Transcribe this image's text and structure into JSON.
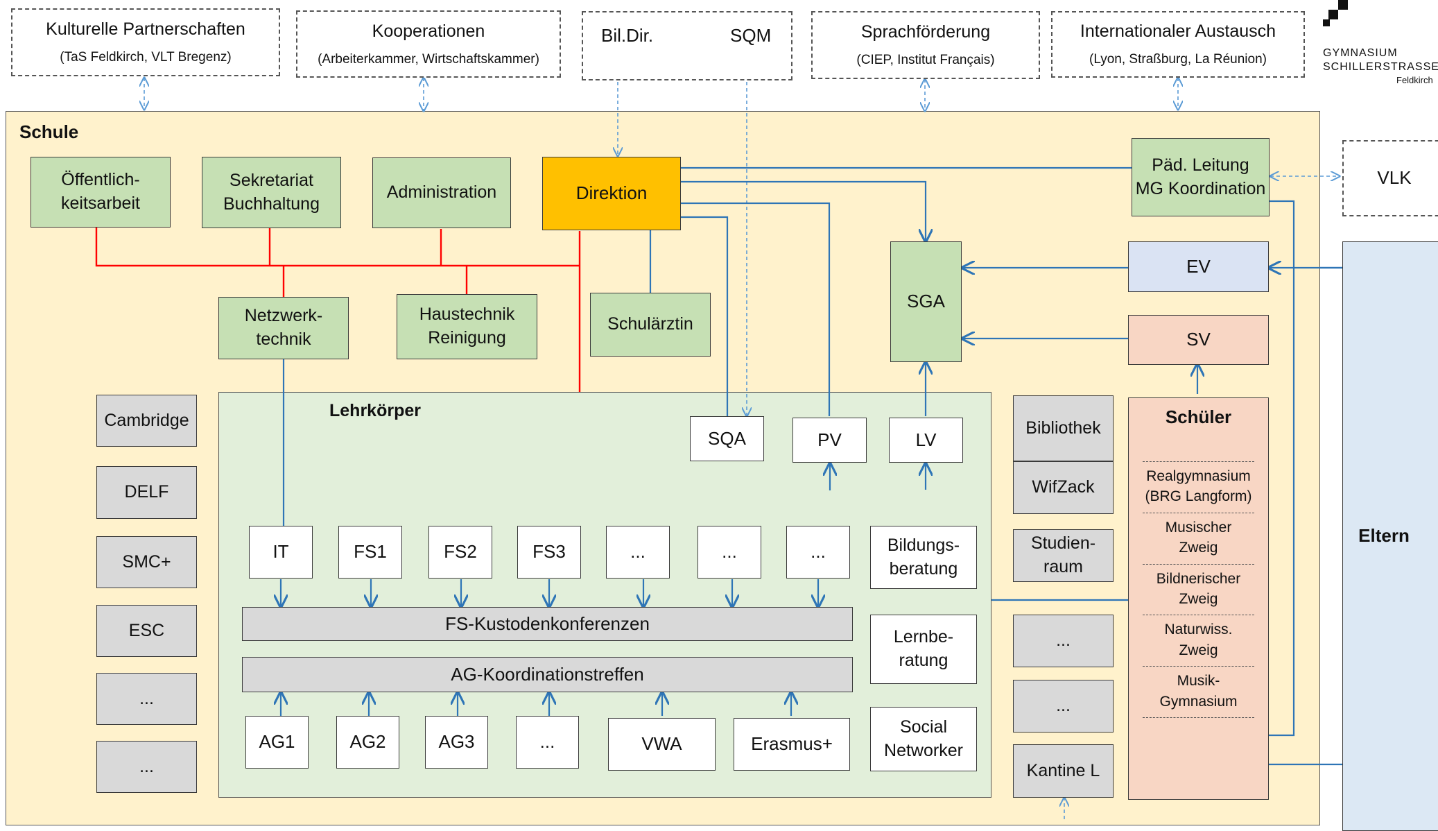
{
  "colors": {
    "school_bg": "#fff2cc",
    "green": "#c6e0b4",
    "gray": "#d9d9d9",
    "direktion": "#ffc000",
    "ev": "#dae3f3",
    "sv": "#f8d6c4",
    "eltern": "#dce8f4",
    "lehrkoerper": "#e2efda",
    "red_line": "#ff0000",
    "blue_line": "#2e75b6"
  },
  "external": {
    "kultur": {
      "title": "Kulturelle Partnerschaften",
      "sub": "(TaS Feldkirch, VLT Bregenz)"
    },
    "koop": {
      "title": "Kooperationen",
      "sub": "(Arbeiterkammer, Wirtschaftskammer)"
    },
    "bildir": "Bil.Dir.",
    "sqm": "SQM",
    "sprach": {
      "title": "Sprachförderung",
      "sub": "(CIEP, Institut Français)"
    },
    "intl": {
      "title": "Internationaler Austausch",
      "sub": "(Lyon, Straßburg, La Réunion)"
    }
  },
  "logo": {
    "line1": "GYMNASIUM",
    "line2": "SCHILLERSTRASSE",
    "line3": "Feldkirch"
  },
  "school": {
    "title": "Schule",
    "oeffentlich": "Öffentlich-\nkeitsarbeit",
    "sekretariat": "Sekretariat\nBuchhaltung",
    "administration": "Administration",
    "direktion": "Direktion",
    "paed": "Päd. Leitung\nMG Koordination",
    "netzwerk": "Netzwerk-\ntechnik",
    "haustechnik": "Haustechnik\nReinigung",
    "schularzt": "Schulärztin",
    "sga": "SGA",
    "ev": "EV",
    "sv": "SV"
  },
  "vlk": "VLK",
  "eltern": "Eltern",
  "left_column": [
    "Cambridge",
    "DELF",
    "SMC+",
    "ESC",
    "...",
    "..."
  ],
  "lehrkoerper": {
    "title": "Lehrkörper",
    "sqa": "SQA",
    "pv": "PV",
    "lv": "LV",
    "subjects": [
      "IT",
      "FS1",
      "FS2",
      "FS3",
      "...",
      "...",
      "..."
    ],
    "fs_bar": "FS-Kustodenkonferenzen",
    "ag_bar": "AG-Koordinationstreffen",
    "ags": [
      "AG1",
      "AG2",
      "AG3",
      "...",
      "VWA",
      "Erasmus+"
    ],
    "bildung": "Bildungs-\nberatung",
    "lern": "Lernbe-\nratung",
    "social": "Social\nNetworker"
  },
  "right_column": [
    "Bibliothek",
    "WifZack",
    "Studien-\nraum",
    "...",
    "...",
    "Kantine L"
  ],
  "schueler": {
    "title": "Schüler",
    "items": [
      "Realgymnasium\n(BRG Langform)",
      "Musischer\nZweig",
      "Bildnerischer\nZweig",
      "Naturwiss.\nZweig",
      "Musik-\nGymnasium"
    ]
  }
}
